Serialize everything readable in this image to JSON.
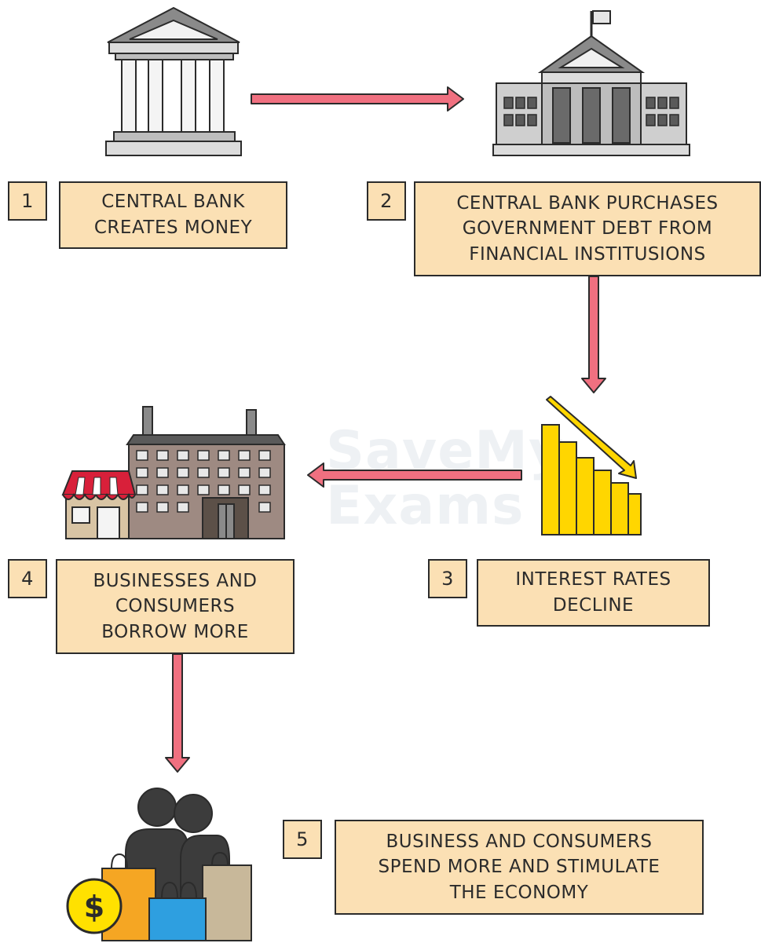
{
  "steps": [
    {
      "number": "1",
      "text": "CENTRAL BANK\nCREATES MONEY"
    },
    {
      "number": "2",
      "text": "CENTRAL BANK PURCHASES\nGOVERNMENT DEBT FROM\nFINANCIAL INSTITUSIONS"
    },
    {
      "number": "3",
      "text": "INTEREST RATES\nDECLINE"
    },
    {
      "number": "4",
      "text": "BUSINESSES AND\nCONSUMERS\nBORROW MORE"
    },
    {
      "number": "5",
      "text": "BUSINESS AND CONSUMERS\nSPEND MORE AND STIMULATE\nTHE ECONOMY"
    }
  ],
  "watermark": "SaveMy\nExams",
  "icons": {
    "step1": "central-bank-icon",
    "step2": "government-building-icon",
    "step3": "declining-bar-chart-icon",
    "step4": "shop-and-factory-icon",
    "step5": "shoppers-with-bags-icon",
    "coin": "dollar-coin-icon"
  },
  "colors": {
    "box_fill": "#fbe0b4",
    "arrow": "#f07080",
    "bars": "#ffd600",
    "outline": "#2b2b2b"
  }
}
